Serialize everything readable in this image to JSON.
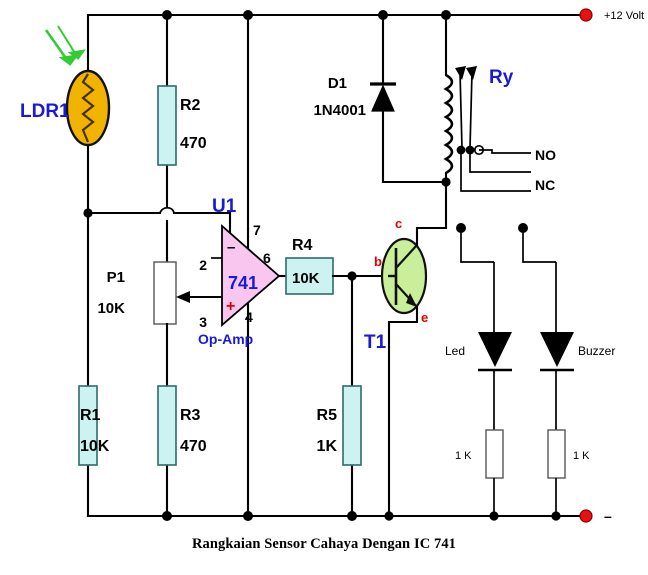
{
  "diagram": {
    "title": "Rangkaian Sensor Cahaya Dengan IC 741",
    "power_rail_label": "+12 Volt",
    "ground_rail_label": "–"
  },
  "components": {
    "ldr": {
      "ref": "LDR1",
      "icon": "ldr-photoresistor-icon",
      "color": "#f0b400"
    },
    "r1": {
      "ref": "R1",
      "value": "10K"
    },
    "r2": {
      "ref": "R2",
      "value": "470"
    },
    "r3": {
      "ref": "R3",
      "value": "470"
    },
    "r4": {
      "ref": "R4",
      "value": "10K"
    },
    "r5": {
      "ref": "R5",
      "value": "1K"
    },
    "p1": {
      "ref": "P1",
      "value": "10K"
    },
    "d1": {
      "ref": "D1",
      "value": "1N4001"
    },
    "t1": {
      "ref": "T1",
      "pin_b": "b",
      "pin_c": "c",
      "pin_e": "e"
    },
    "u1": {
      "ref": "U1",
      "part": "741",
      "subtitle": "Op-Amp",
      "pin_inverting": "2",
      "pin_noninverting": "3",
      "pin_vplus": "7",
      "pin_vminus": "4",
      "pin_out": "6",
      "sign_minus": "–",
      "sign_plus": "+",
      "body_color": "#f9c6ef"
    },
    "relay": {
      "ref": "Ry",
      "contact_no": "NO",
      "contact_nc": "NC"
    },
    "led": {
      "label": "Led",
      "series_resistor": "1 K"
    },
    "buzzer": {
      "label": "Buzzer",
      "series_resistor": "1 K"
    }
  },
  "annotations": {
    "light_arrows": "light-ray-arrows-icon",
    "arrow_color": "#33cc33"
  }
}
